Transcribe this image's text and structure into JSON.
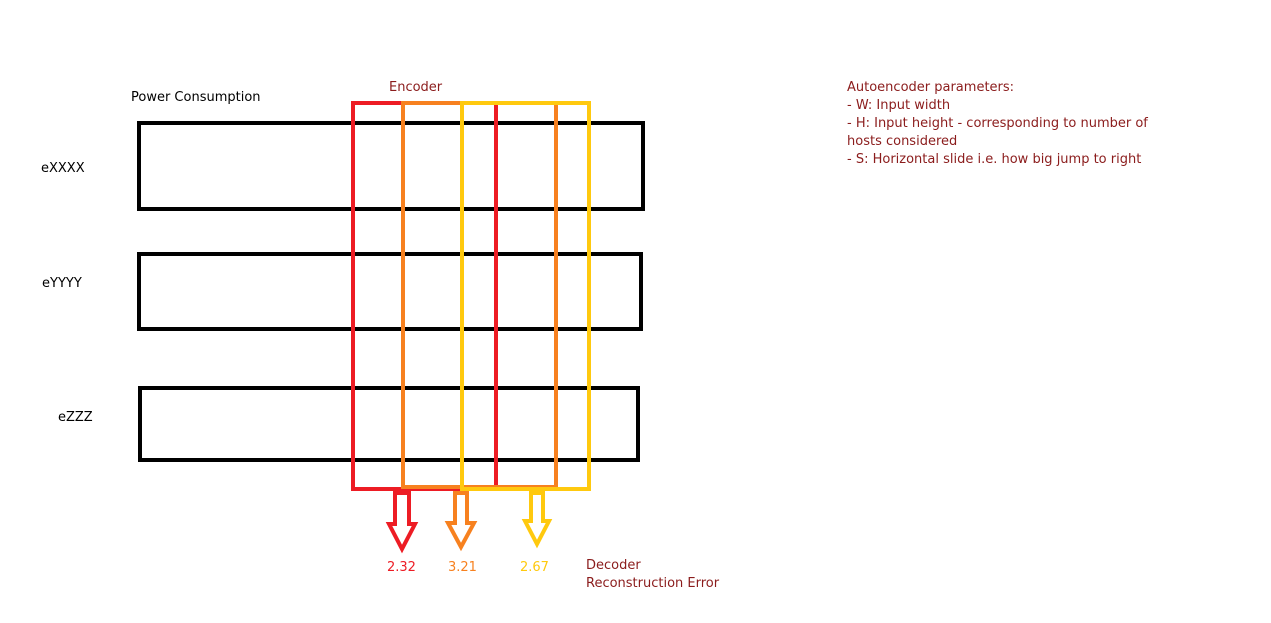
{
  "title": "Power Consumption",
  "encoder_label": "Encoder",
  "rows": [
    {
      "label": "eXXXX"
    },
    {
      "label": "eYYYY"
    },
    {
      "label": "eZZZ"
    }
  ],
  "windows": [
    {
      "color": "#ed1c24",
      "error": "2.32"
    },
    {
      "color": "#f7811f",
      "error": "3.21"
    },
    {
      "color": "#ffc90e",
      "error": "2.67"
    }
  ],
  "decoder": {
    "line1": "Decoder",
    "line2": "Reconstruction Error"
  },
  "parameters": {
    "heading": "Autoencoder parameters:",
    "items": [
      "- W: Input width",
      "- H: Input height - corresponding to number of hosts considered",
      "- S: Horizontal slide i.e. how big jump to right"
    ]
  },
  "colors": {
    "text_accent": "#8b1c1c",
    "row_stroke": "#000000"
  }
}
